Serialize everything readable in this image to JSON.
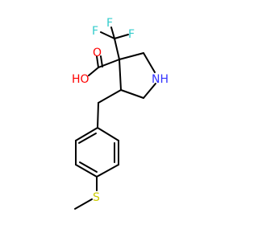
{
  "molecule": {
    "atoms": {
      "fluorine_a": {
        "symbol": "F",
        "color": "#33cccc"
      },
      "fluorine_b": {
        "symbol": "F",
        "color": "#33cccc"
      },
      "fluorine_c": {
        "symbol": "F",
        "color": "#33cccc"
      },
      "carbonyl_oxygen": {
        "symbol": "O",
        "color": "#ff0000"
      },
      "hydroxyl": {
        "symbol": "HO",
        "color": "#ff0000"
      },
      "amine": {
        "symbol": "NH",
        "color": "#3333ff"
      },
      "sulfur": {
        "symbol": "S",
        "color": "#cccc00"
      }
    }
  }
}
